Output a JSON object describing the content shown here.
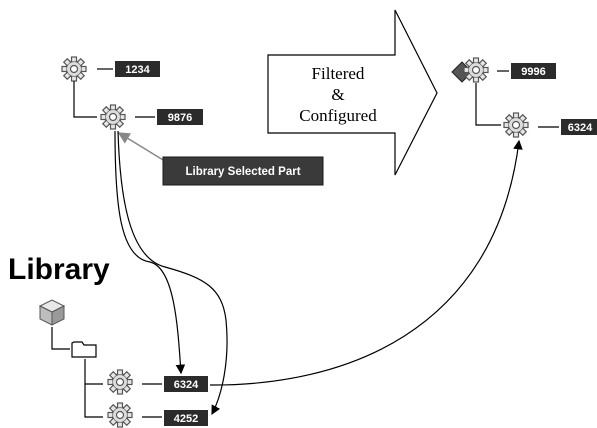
{
  "parts": {
    "top_part": "1234",
    "selected_part": "9876",
    "library_part_a": "6324",
    "library_part_b": "4252",
    "result_assembly": "9996",
    "result_part": "6324"
  },
  "callout": {
    "text": "Library Selected Part"
  },
  "arrow_text": {
    "line1": "Filtered",
    "line2": "&",
    "line3": "Configured"
  },
  "library_title": "Library",
  "colors": {
    "label_bg": "#2b2b2b",
    "callout_bg": "#3a3a3a",
    "gear": "#c8c8c8",
    "line": "#000000"
  },
  "icons": [
    "gear-icon",
    "cube-icon",
    "folder-icon",
    "assembly-icon"
  ]
}
